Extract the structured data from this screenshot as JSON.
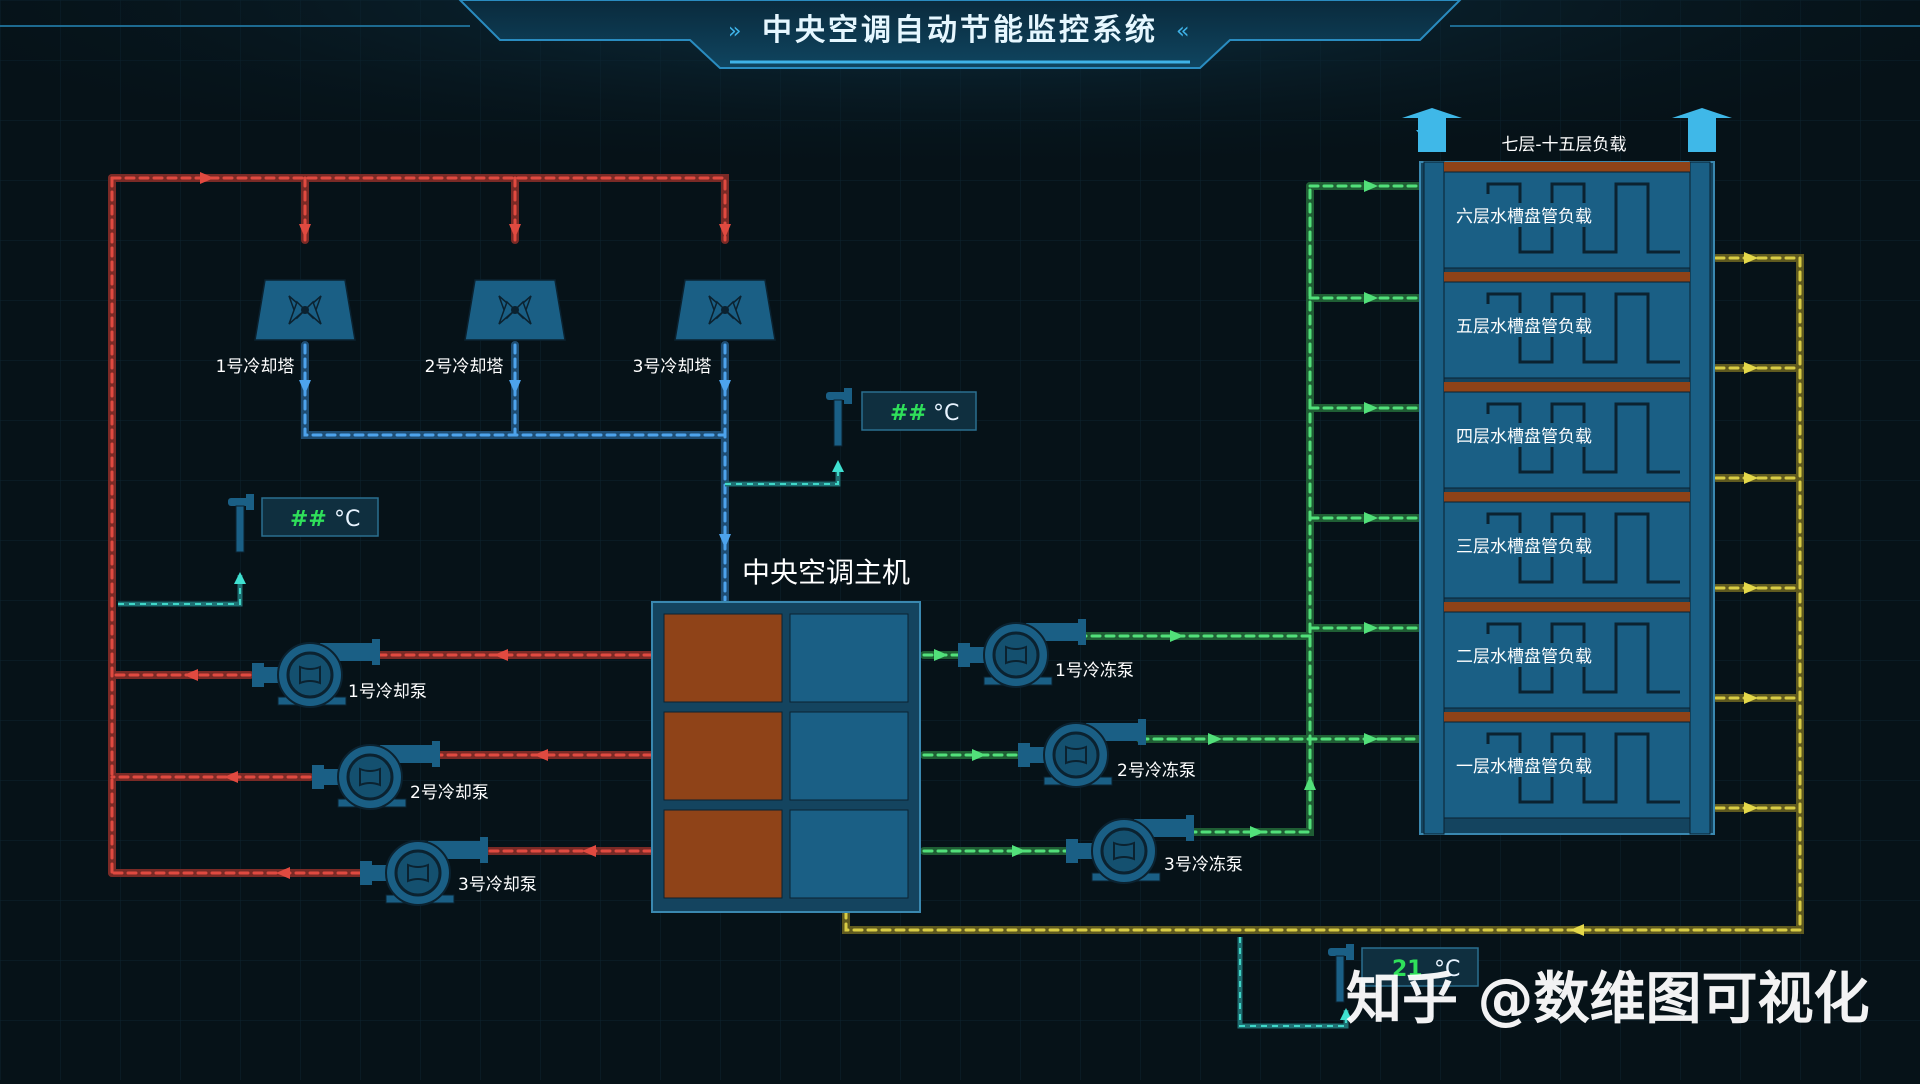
{
  "header": {
    "title": "中央空调自动节能监控系统"
  },
  "cooling_towers": [
    {
      "label": "1号冷却塔"
    },
    {
      "label": "2号冷却塔"
    },
    {
      "label": "3号冷却塔"
    }
  ],
  "cooling_pumps": [
    {
      "label": "1号冷却泵"
    },
    {
      "label": "2号冷却泵"
    },
    {
      "label": "3号冷却泵"
    }
  ],
  "chilled_pumps": [
    {
      "label": "1号冷冻泵"
    },
    {
      "label": "2号冷冻泵"
    },
    {
      "label": "3号冷冻泵"
    }
  ],
  "main_unit": {
    "label": "中央空调主机"
  },
  "load_group": {
    "title": "七层-十五层负载"
  },
  "floor_loads": [
    {
      "label": "六层水槽盘管负载"
    },
    {
      "label": "五层水槽盘管负载"
    },
    {
      "label": "四层水槽盘管负载"
    },
    {
      "label": "三层水槽盘管负载"
    },
    {
      "label": "二层水槽盘管负载"
    },
    {
      "label": "一层水槽盘管负载"
    }
  ],
  "sensors": [
    {
      "value": "##",
      "unit": "°C"
    },
    {
      "value": "##",
      "unit": "°C"
    },
    {
      "value": "21",
      "unit": "°C"
    }
  ],
  "watermark": "知乎 @数维图可视化",
  "colors": {
    "hot_pipe": "#c0413a",
    "cool_pipe": "#3f8fd6",
    "chilled_pipe": "#3fbf63",
    "return_pipe": "#c2b63a",
    "equipment": "#1a5f85",
    "load_stripe": "#8f4318"
  }
}
